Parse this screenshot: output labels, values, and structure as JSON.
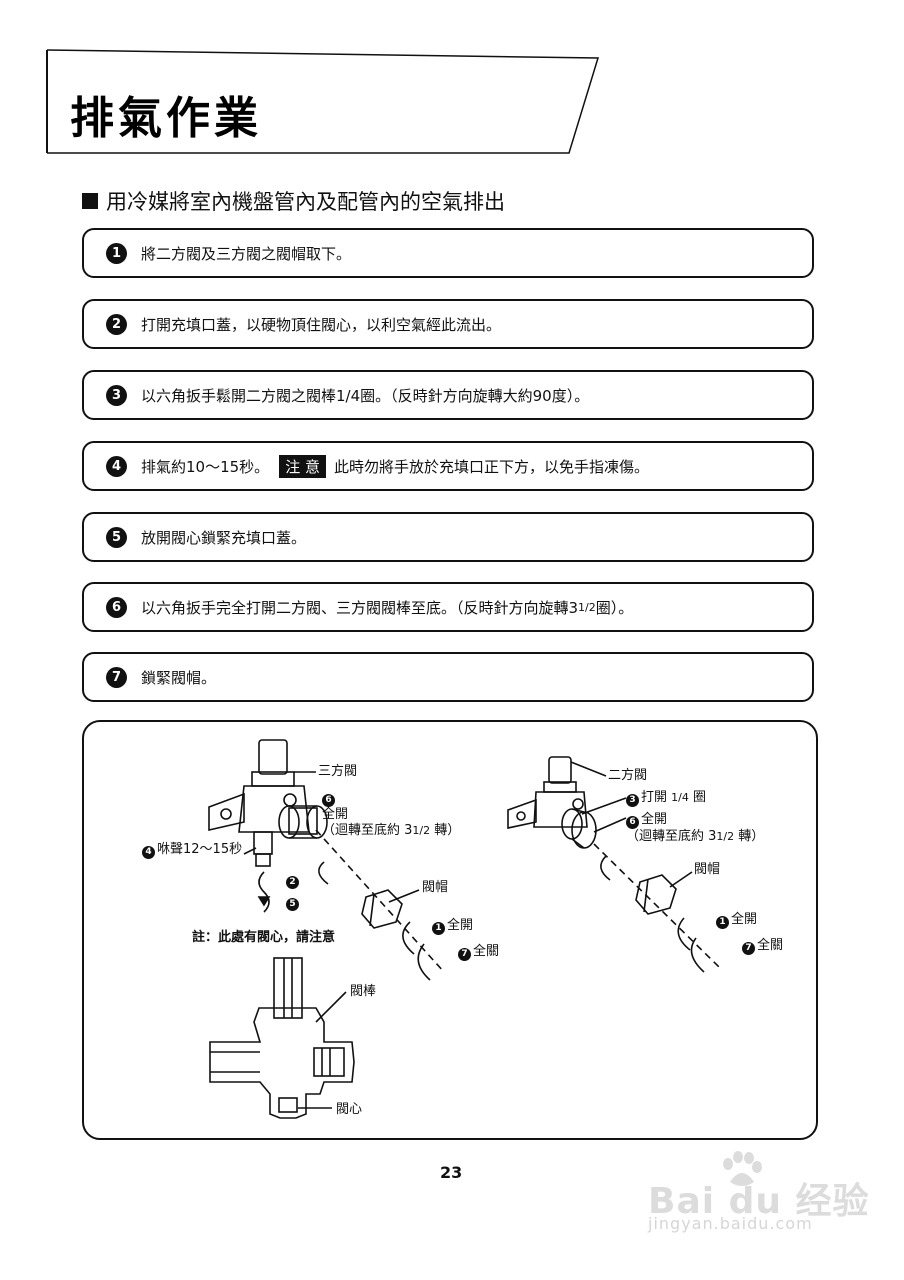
{
  "header": {
    "title": "排氣作業"
  },
  "subtitle": "用冷媒將室內機盤管內及配管內的空氣排出",
  "steps": [
    {
      "num": "1",
      "text": "將二方閥及三方閥之閥帽取下。"
    },
    {
      "num": "2",
      "text": "打開充填口蓋，以硬物頂住閥心，以利空氣經此流出。"
    },
    {
      "num": "3",
      "text": "以六角扳手鬆開二方閥之閥棒1/4圈。（反時針方向旋轉大約90度）。"
    },
    {
      "num": "4",
      "text": "排氣約10～15秒。",
      "caution_label": "注 意",
      "caution_text": "此時勿將手放於充填口正下方，以免手指凍傷。"
    },
    {
      "num": "5",
      "text": "放開閥心鎖緊充填口蓋。"
    },
    {
      "num": "6",
      "text_before": "以六角扳手完全打開二方閥、三方閥閥棒至底。（反時針方向旋轉3",
      "frac": "1/2",
      "text_after": "圈）。"
    },
    {
      "num": "7",
      "text": "鎖緊閥帽。"
    }
  ],
  "diagram": {
    "three_way_valve": "三方閥",
    "full_open_6_a": "全開",
    "full_open_6_b": "（迴轉至底約 3",
    "full_open_6_frac": "1/2",
    "full_open_6_c": " 轉）",
    "hiss": "咻聲12～15秒",
    "cap_left": "閥帽",
    "note": "註：此處有閥心，請注意",
    "full_open_1_left": "全開",
    "full_close_7_left": "全關",
    "stem": "閥棒",
    "core": "閥心",
    "two_way_valve": "二方閥",
    "open_quarter_a": "打開",
    "open_quarter_frac": "1/4",
    "open_quarter_b": "圈",
    "full_open_6_right_a": "全開",
    "full_open_6_right_b": "（迴轉至底約 3",
    "full_open_6_right_frac": "1/2",
    "full_open_6_right_c": " 轉）",
    "cap_right": "閥帽",
    "full_open_1_right": "全開",
    "full_close_7_right": "全關",
    "numbers": {
      "n6": "6",
      "n4": "4",
      "n2": "2",
      "n5": "5",
      "n1": "1",
      "n7": "7",
      "n3": "3"
    }
  },
  "footer": {
    "page_number": "23"
  },
  "watermark": {
    "logo": "Bai du 经验",
    "url": "jingyan.baidu.com"
  }
}
